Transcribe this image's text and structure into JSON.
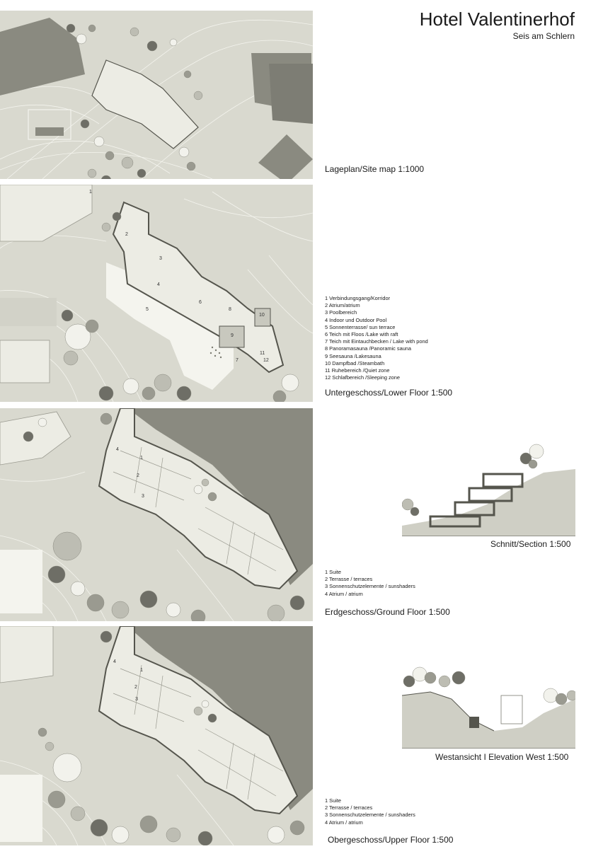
{
  "header": {
    "title": "Hotel Valentinerhof",
    "subtitle": "Seis am Schlern"
  },
  "site_map": {
    "caption": "Lageplan/Site map 1:1000"
  },
  "lower_floor": {
    "caption": "Untergeschoss/Lower Floor 1:500",
    "plan_numbers": [
      "1",
      "2",
      "3",
      "4",
      "5",
      "6",
      "7",
      "8",
      "9",
      "10",
      "11",
      "12"
    ],
    "legend": [
      "1 Verbindungsgang/Korridor",
      "2 Atrium/atrium",
      "3 Poolbereich",
      "4 Indoor und Outdoor Pool",
      "5 Sonnenterrasse/ sun terrace",
      "6 Teich mit Floos /Lake with raft",
      "7 Teich mit Eintauchbecken / Lake with pond",
      "8 Panoramasauna /Panoramic sauna",
      "9 Seesauna /Lakesauna",
      "10 Dampfbad /Steambath",
      "11 Ruhebereich /Quiet zone",
      "12 Schlafbereich /Sleeping zone"
    ]
  },
  "section": {
    "caption": "Schnitt/Section 1:500"
  },
  "ground_floor": {
    "caption": "Erdgeschoss/Ground Floor 1:500",
    "plan_numbers": [
      "1",
      "2",
      "3",
      "4"
    ],
    "legend": [
      "1 Suite",
      "2 Terrasse / terraces",
      "3 Sonnenschutzelemente / sunshaders",
      "4 Atrium / atrium"
    ]
  },
  "elevation": {
    "caption": "Westansicht I Elevation West 1:500"
  },
  "upper_floor": {
    "caption": "Obergeschoss/Upper Floor 1:500",
    "plan_numbers": [
      "1",
      "2",
      "3",
      "4"
    ],
    "legend": [
      "1 Suite",
      "2 Terrasse / terraces",
      "3 Sonnenschutzelemente / sunshaders",
      "4 Atrium / atrium"
    ]
  },
  "colors": {
    "paper": "#ffffff",
    "ground": "#d9d9cf",
    "dark_mass": "#8a8a80",
    "wall": "#55554d",
    "tree_dark": "#6e6e66",
    "tree_light": "#f2f2ec"
  }
}
